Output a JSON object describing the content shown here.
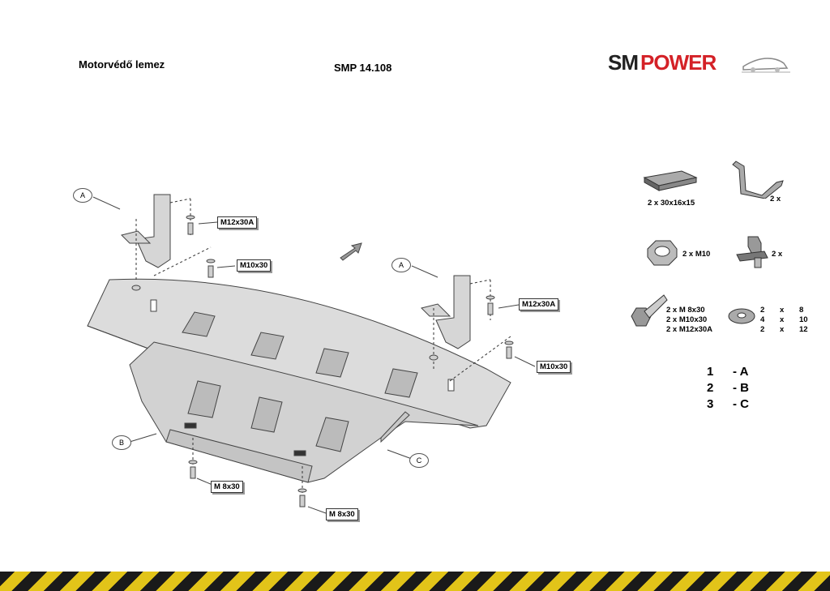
{
  "header": {
    "title": "Motorvédő lemez",
    "code": "SMP 14.108",
    "logo_sm": "SM",
    "logo_power": "POWER"
  },
  "callouts": {
    "a_left": "A",
    "a_right": "A",
    "b": "B",
    "c": "C"
  },
  "bolt_labels": {
    "m12_left": "M12x30A",
    "m10_left": "M10x30",
    "m12_right": "M12x30A",
    "m10_right": "M10x30",
    "m8_left": "M 8x30",
    "m8_right": "M 8x30"
  },
  "hardware": {
    "plate": "2 x 30x16x15",
    "bracket": "2 x",
    "nut": "2  x  M10",
    "cage_nut": "2 x",
    "bolts": [
      "2 x  M  8x30",
      "2 x  M10x30",
      "2 x  M12x30A"
    ],
    "washers": [
      [
        "2",
        "x",
        "8"
      ],
      [
        "4",
        "x",
        "10"
      ],
      [
        "2",
        "x",
        "12"
      ]
    ]
  },
  "legend": [
    {
      "num": "1",
      "part": "- A"
    },
    {
      "num": "2",
      "part": "- B"
    },
    {
      "num": "3",
      "part": "- C"
    }
  ],
  "colors": {
    "brand_red": "#d42127",
    "plate_fill": "#dcdcdc",
    "stripe_yellow": "#e2c419",
    "stripe_black": "#1a1a1a"
  }
}
